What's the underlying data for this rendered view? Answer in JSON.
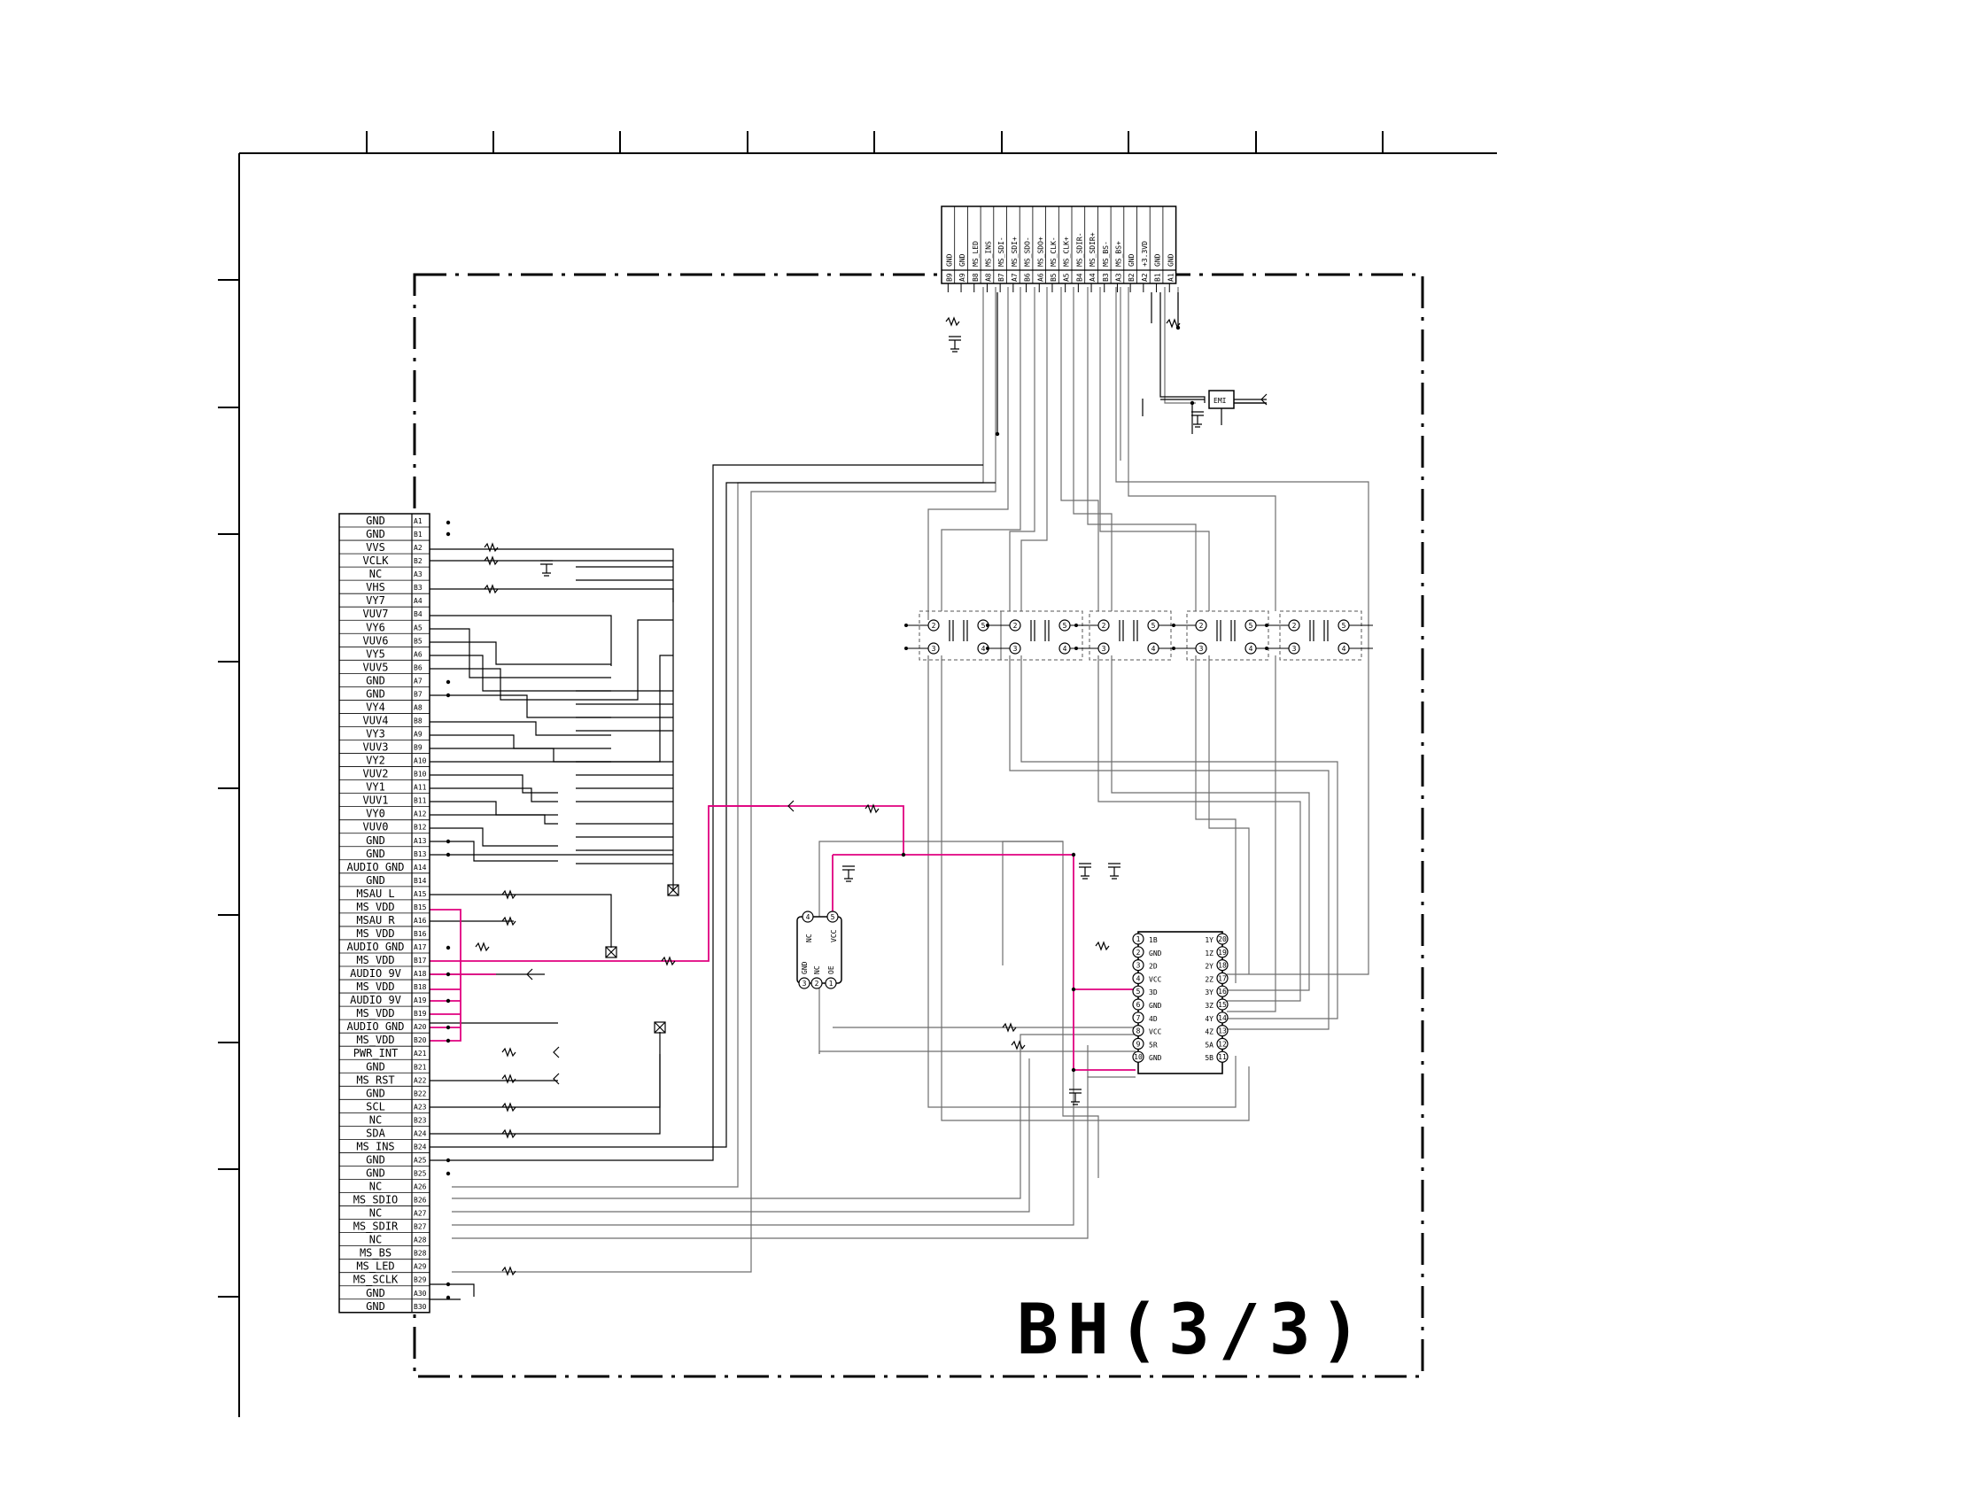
{
  "sheet_title": "BH(3/3)",
  "left_connector": {
    "pins": [
      {
        "label": "GND",
        "pin": "A1"
      },
      {
        "label": "GND",
        "pin": "B1"
      },
      {
        "label": "VVS",
        "pin": "A2"
      },
      {
        "label": "VCLK",
        "pin": "B2"
      },
      {
        "label": "NC",
        "pin": "A3"
      },
      {
        "label": "VHS",
        "pin": "B3"
      },
      {
        "label": "VY7",
        "pin": "A4"
      },
      {
        "label": "VUV7",
        "pin": "B4"
      },
      {
        "label": "VY6",
        "pin": "A5"
      },
      {
        "label": "VUV6",
        "pin": "B5"
      },
      {
        "label": "VY5",
        "pin": "A6"
      },
      {
        "label": "VUV5",
        "pin": "B6"
      },
      {
        "label": "GND",
        "pin": "A7"
      },
      {
        "label": "GND",
        "pin": "B7"
      },
      {
        "label": "VY4",
        "pin": "A8"
      },
      {
        "label": "VUV4",
        "pin": "B8"
      },
      {
        "label": "VY3",
        "pin": "A9"
      },
      {
        "label": "VUV3",
        "pin": "B9"
      },
      {
        "label": "VY2",
        "pin": "A10"
      },
      {
        "label": "VUV2",
        "pin": "B10"
      },
      {
        "label": "VY1",
        "pin": "A11"
      },
      {
        "label": "VUV1",
        "pin": "B11"
      },
      {
        "label": "VY0",
        "pin": "A12"
      },
      {
        "label": "VUV0",
        "pin": "B12"
      },
      {
        "label": "GND",
        "pin": "A13"
      },
      {
        "label": "GND",
        "pin": "B13"
      },
      {
        "label": "AUDIO GND",
        "pin": "A14"
      },
      {
        "label": "GND",
        "pin": "B14"
      },
      {
        "label": "MSAU_L",
        "pin": "A15"
      },
      {
        "label": "MS_VDD",
        "pin": "B15"
      },
      {
        "label": "MSAU_R",
        "pin": "A16"
      },
      {
        "label": "MS_VDD",
        "pin": "B16"
      },
      {
        "label": "AUDIO GND",
        "pin": "A17"
      },
      {
        "label": "MS_VDD",
        "pin": "B17"
      },
      {
        "label": "AUDIO 9V",
        "pin": "A18"
      },
      {
        "label": "MS_VDD",
        "pin": "B18"
      },
      {
        "label": "AUDIO 9V",
        "pin": "A19"
      },
      {
        "label": "MS_VDD",
        "pin": "B19"
      },
      {
        "label": "AUDIO GND",
        "pin": "A20"
      },
      {
        "label": "MS_VDD",
        "pin": "B20"
      },
      {
        "label": "PWR_INT",
        "pin": "A21"
      },
      {
        "label": "GND",
        "pin": "B21"
      },
      {
        "label": "MS_RST",
        "pin": "A22"
      },
      {
        "label": "GND",
        "pin": "B22"
      },
      {
        "label": "SCL",
        "pin": "A23"
      },
      {
        "label": "NC",
        "pin": "B23"
      },
      {
        "label": "SDA",
        "pin": "A24"
      },
      {
        "label": "MS_INS",
        "pin": "B24"
      },
      {
        "label": "GND",
        "pin": "A25"
      },
      {
        "label": "GND",
        "pin": "B25"
      },
      {
        "label": "NC",
        "pin": "A26"
      },
      {
        "label": "MS_SDIO",
        "pin": "B26"
      },
      {
        "label": "NC",
        "pin": "A27"
      },
      {
        "label": "MS_SDIR",
        "pin": "B27"
      },
      {
        "label": "NC",
        "pin": "A28"
      },
      {
        "label": "MS_BS",
        "pin": "B28"
      },
      {
        "label": "MS_LED",
        "pin": "A29"
      },
      {
        "label": "MS_SCLK",
        "pin": "B29"
      },
      {
        "label": "GND",
        "pin": "A30"
      },
      {
        "label": "GND",
        "pin": "B30"
      }
    ]
  },
  "top_connector": {
    "pins": [
      {
        "label": "GND",
        "pin": "B9"
      },
      {
        "label": "GND",
        "pin": "A9"
      },
      {
        "label": "MS_LED",
        "pin": "B8"
      },
      {
        "label": "MS_INS",
        "pin": "A8"
      },
      {
        "label": "MS_SDI-",
        "pin": "B7"
      },
      {
        "label": "MS_SDI+",
        "pin": "A7"
      },
      {
        "label": "MS_SDO-",
        "pin": "B6"
      },
      {
        "label": "MS_SDO+",
        "pin": "A6"
      },
      {
        "label": "MS_CLK-",
        "pin": "B5"
      },
      {
        "label": "MS_CLK+",
        "pin": "A5"
      },
      {
        "label": "MS_SDIR-",
        "pin": "B4"
      },
      {
        "label": "MS_SDIR+",
        "pin": "A4"
      },
      {
        "label": "MS_BS-",
        "pin": "B3"
      },
      {
        "label": "MS_BS+",
        "pin": "A3"
      },
      {
        "label": "GND",
        "pin": "B2"
      },
      {
        "label": "+3.3VD",
        "pin": "A2"
      },
      {
        "label": "GND",
        "pin": "B1"
      },
      {
        "label": "GND",
        "pin": "A1"
      }
    ]
  },
  "emi_filter": {
    "label": "EMI"
  },
  "ic_right": {
    "left_pins": [
      {
        "label": "1B",
        "num": "1"
      },
      {
        "label": "GND",
        "num": "2"
      },
      {
        "label": "2D",
        "num": "3"
      },
      {
        "label": "VCC",
        "num": "4"
      },
      {
        "label": "3D",
        "num": "5"
      },
      {
        "label": "GND",
        "num": "6"
      },
      {
        "label": "4D",
        "num": "7"
      },
      {
        "label": "VCC",
        "num": "8"
      },
      {
        "label": "5R",
        "num": "9"
      },
      {
        "label": "GND",
        "num": "10"
      }
    ],
    "right_pins": [
      {
        "label": "1Y",
        "num": "20"
      },
      {
        "label": "1Z",
        "num": "19"
      },
      {
        "label": "2Y",
        "num": "18"
      },
      {
        "label": "2Z",
        "num": "17"
      },
      {
        "label": "3Y",
        "num": "16"
      },
      {
        "label": "3Z",
        "num": "15"
      },
      {
        "label": "4Y",
        "num": "14"
      },
      {
        "label": "4Z",
        "num": "13"
      },
      {
        "label": "5A",
        "num": "12"
      },
      {
        "label": "5B",
        "num": "11"
      }
    ]
  },
  "regulator": {
    "top_pins": [
      {
        "num": "4",
        "label": "NC"
      },
      {
        "num": "5",
        "label": "VCC"
      }
    ],
    "bottom_pins": [
      {
        "num": "3",
        "label": "GND"
      },
      {
        "num": "2",
        "label": "NC"
      },
      {
        "num": "1",
        "label": "OE"
      }
    ]
  },
  "transformer_pins": [
    "2",
    "5",
    "3",
    "4"
  ],
  "colors": {
    "line": "#000000",
    "power_net": "#e0007f",
    "wire_gray": "#6e6e6e",
    "background": "#ffffff"
  }
}
